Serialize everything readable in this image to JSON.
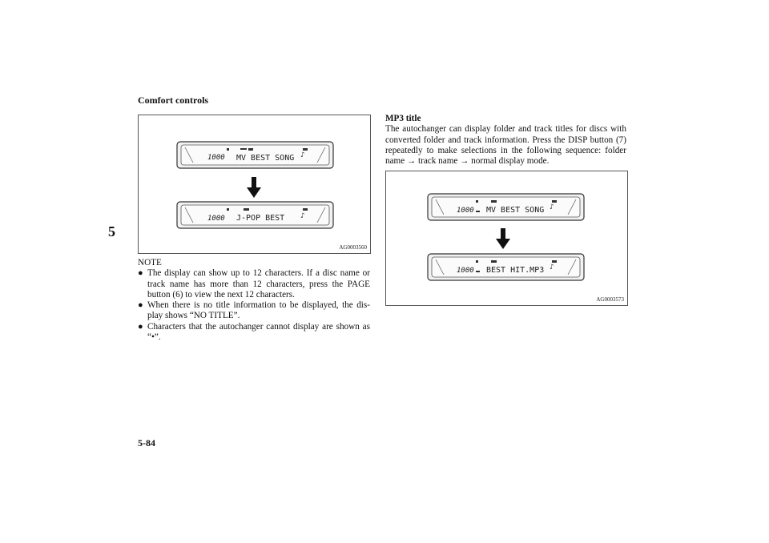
{
  "header": {
    "section": "Comfort controls"
  },
  "side_tab": "5",
  "footer": {
    "page_number": "5-84"
  },
  "figure1": {
    "code": "AG0003560",
    "top_display": {
      "counter": "1000",
      "title": "MV BEST SONG"
    },
    "bottom_display": {
      "counter": "1000",
      "title": "J-POP BEST"
    }
  },
  "note": {
    "heading": "NOTE",
    "bullet_symbol": "●",
    "items": [
      "The display can show up to 12 characters. If a disc name or track name has more than 12 characters, press the PAGE button (6) to view the next 12 characters.",
      "When there is no title information to be displayed, the dis-play shows “NO TITLE”.",
      "Characters that the autochanger cannot display are shown as “•”."
    ]
  },
  "mp3": {
    "heading": "MP3 title",
    "body": "The autochanger can display folder and track titles for discs with converted folder and track information. Press the DISP button (7) repeatedly to make selections in the following sequence: folder name → track name → normal display mode."
  },
  "figure2": {
    "code": "AG0003573",
    "top_display": {
      "counter": "1000",
      "title": "MV BEST SONG"
    },
    "bottom_display": {
      "counter": "1000",
      "title": "BEST HIT.MP3"
    }
  }
}
